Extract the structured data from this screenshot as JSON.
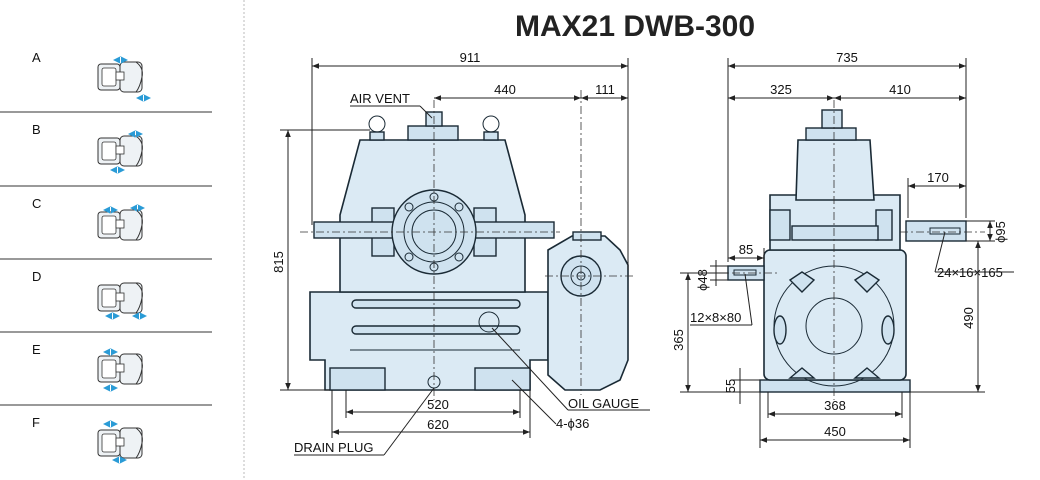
{
  "title": "MAX21 DWB-300",
  "mounting_positions": [
    "A",
    "B",
    "C",
    "D",
    "E",
    "F"
  ],
  "front_view": {
    "dims": {
      "overall_width": "911",
      "center_offset": "440",
      "shaft_extension": "111",
      "height": "815",
      "base_inner": "520",
      "base_outer": "620"
    },
    "callouts": {
      "air_vent": "AIR VENT",
      "oil_gauge": "OIL GAUGE",
      "holes": "4-ϕ36",
      "drain_plug": "DRAIN PLUG"
    }
  },
  "side_view": {
    "dims": {
      "overall_width": "735",
      "left_offset": "325",
      "right_offset": "410",
      "output_shaft_length": "170",
      "output_shaft_dia": "ϕ95",
      "input_shaft_length": "85",
      "input_shaft_dia": "ϕ48",
      "input_key": "12×8×80",
      "output_key": "24×16×165",
      "height_to_input": "365",
      "height_to_output": "490",
      "base_thickness": "55",
      "base_inner": "368",
      "base_outer": "450"
    }
  }
}
